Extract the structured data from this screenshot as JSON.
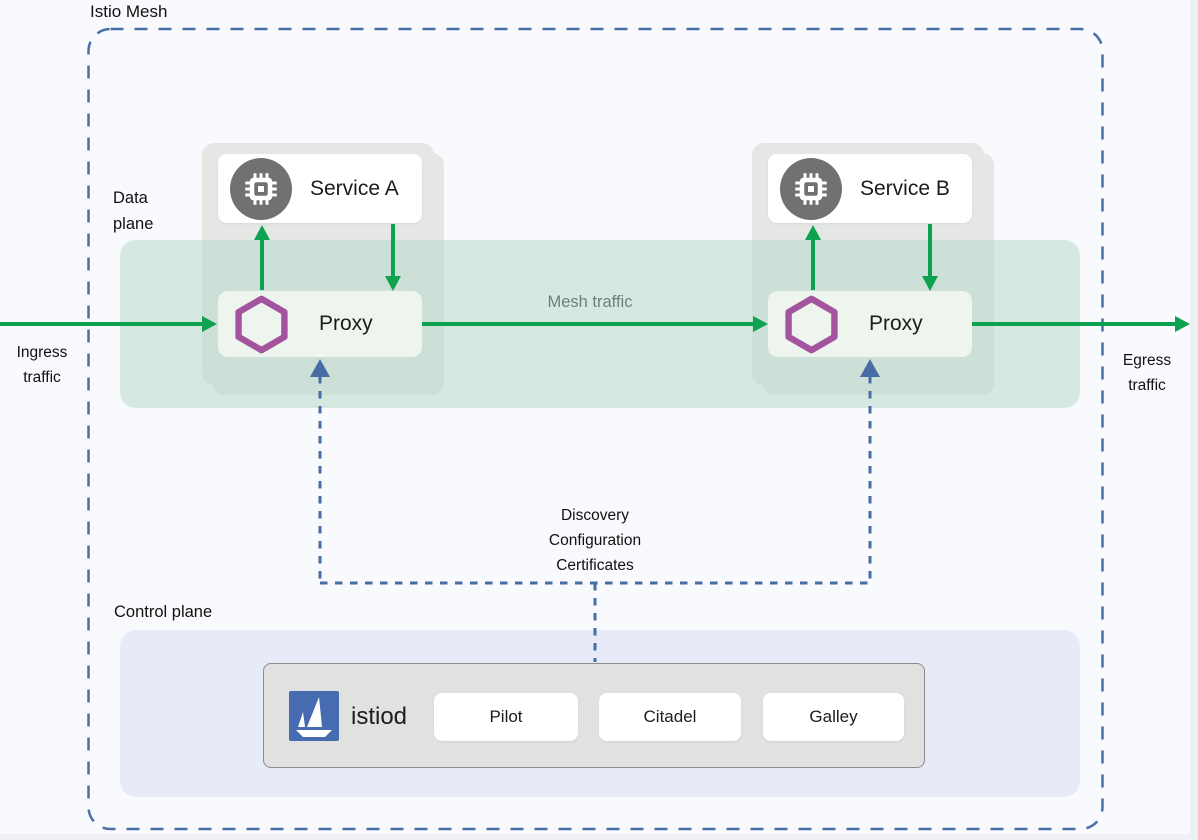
{
  "title": "Istio Mesh",
  "regions": {
    "data_plane_label": "Data plane",
    "control_plane_label": "Control plane"
  },
  "traffic": {
    "ingress_label": "Ingress traffic",
    "egress_label": "Egress traffic",
    "mesh_label": "Mesh traffic",
    "control_link_label": "Discovery\nConfiguration\nCertificates"
  },
  "workloads": [
    {
      "service": "Service A",
      "proxy": "Proxy"
    },
    {
      "service": "Service B",
      "proxy": "Proxy"
    }
  ],
  "control_plane": {
    "daemon": "istiod",
    "components": [
      "Pilot",
      "Citadel",
      "Galley"
    ]
  },
  "icons": {
    "service": "cpu-chip-icon",
    "proxy": "envoy-hexagon-icon",
    "istiod": "istio-sailboat-icon"
  },
  "colors": {
    "traffic_green": "#0ca24f",
    "control_link_blue": "#486ca6",
    "mesh_border_blue": "#4a6fa8",
    "envoy_purple": "#a4549e",
    "istio_blue": "#466bb0",
    "data_plane_band": "#d9ece4",
    "pod_gray": "#e5e7e5",
    "proxy_fill": "#edf5ee",
    "control_plane_bg": "#e6ebf7",
    "istiod_box_gray": "#e1e1e0"
  }
}
